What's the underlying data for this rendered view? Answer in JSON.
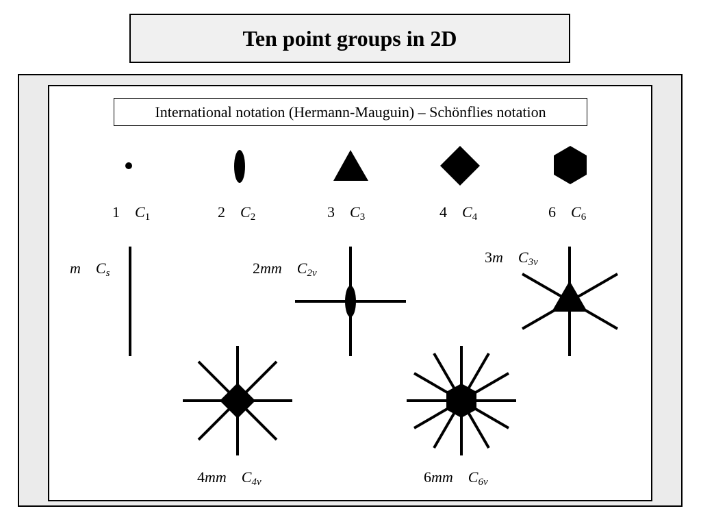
{
  "title": "Ten point groups in 2D",
  "subtitle": "International notation (Hermann-Mauguin) – Schönflies notation",
  "groups": [
    {
      "hm": "1",
      "sch": "C",
      "sch_sub": "1"
    },
    {
      "hm": "2",
      "sch": "C",
      "sch_sub": "2"
    },
    {
      "hm": "3",
      "sch": "C",
      "sch_sub": "3"
    },
    {
      "hm": "4",
      "sch": "C",
      "sch_sub": "4"
    },
    {
      "hm": "6",
      "sch": "C",
      "sch_sub": "6"
    },
    {
      "hm": "m",
      "sch": "C",
      "sch_sub": "s"
    },
    {
      "hm_num": "2",
      "hm_it": "mm",
      "sch": "C",
      "sch_sub": "2v"
    },
    {
      "hm_num": "3",
      "hm_it": "m",
      "sch": "C",
      "sch_sub": "3v"
    },
    {
      "hm_num": "4",
      "hm_it": "mm",
      "sch": "C",
      "sch_sub": "4v"
    },
    {
      "hm_num": "6",
      "hm_it": "mm",
      "sch": "C",
      "sch_sub": "6v"
    }
  ]
}
